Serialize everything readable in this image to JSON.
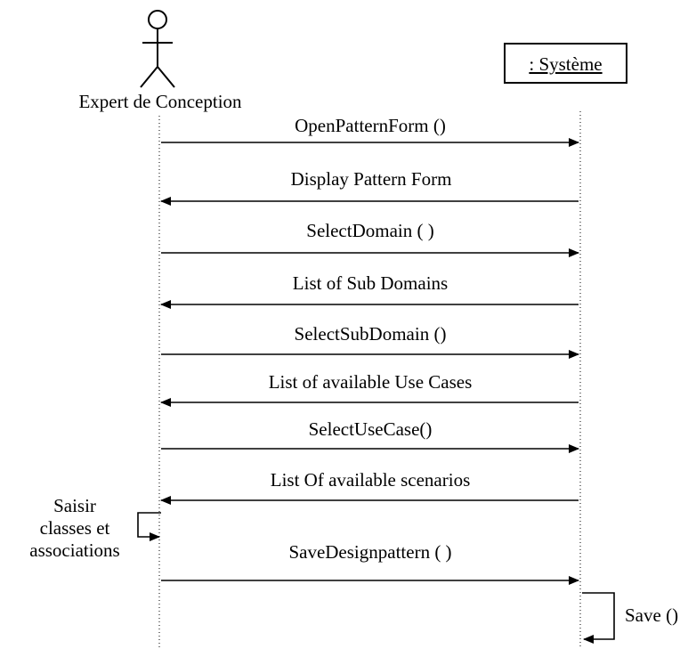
{
  "actor": {
    "name": "Expert de Conception",
    "icon": "stick-figure-icon"
  },
  "system": {
    "name": ": Système"
  },
  "messages": [
    {
      "label": "OpenPatternForm ()",
      "direction": "to-system"
    },
    {
      "label": "Display Pattern Form",
      "direction": "to-actor"
    },
    {
      "label": "SelectDomain ( )",
      "direction": "to-system"
    },
    {
      "label": "List of Sub Domains",
      "direction": "to-actor"
    },
    {
      "label": "SelectSubDomain ()",
      "direction": "to-system"
    },
    {
      "label": "List of available Use Cases",
      "direction": "to-actor"
    },
    {
      "label": "SelectUseCase()",
      "direction": "to-system"
    },
    {
      "label": "List Of available scenarios",
      "direction": "to-actor"
    },
    {
      "label": "SaveDesignpattern ( )",
      "direction": "to-system"
    }
  ],
  "self_messages": [
    {
      "label_lines": [
        "Saisir",
        "classes et",
        "associations"
      ],
      "owner": "actor"
    },
    {
      "label": "Save ()",
      "owner": "system"
    }
  ]
}
